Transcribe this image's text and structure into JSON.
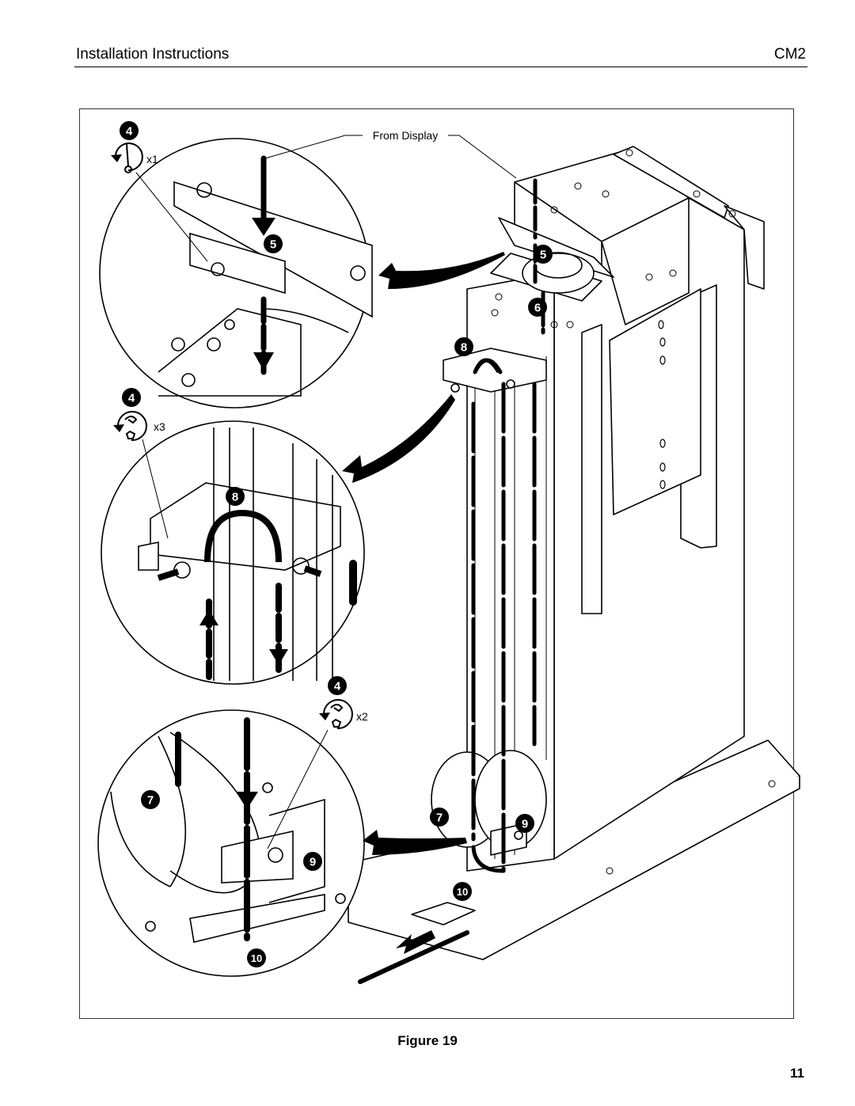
{
  "header": {
    "title": "Installation Instructions",
    "model": "CM2"
  },
  "figure": {
    "caption": "Figure 19",
    "callout_from_display": "From Display",
    "tool_counts": {
      "top": "x1",
      "middle": "x3",
      "bottom": "x2"
    },
    "steps": {
      "four_a": "4",
      "four_b": "4",
      "four_c": "4",
      "five_detail": "5",
      "five_main": "5",
      "six": "6",
      "seven_detail": "7",
      "seven_main": "7",
      "eight_detail": "8",
      "eight_main": "8",
      "nine_detail": "9",
      "nine_main": "9",
      "ten_detail": "10",
      "ten_main": "10"
    }
  },
  "page_number": "11"
}
